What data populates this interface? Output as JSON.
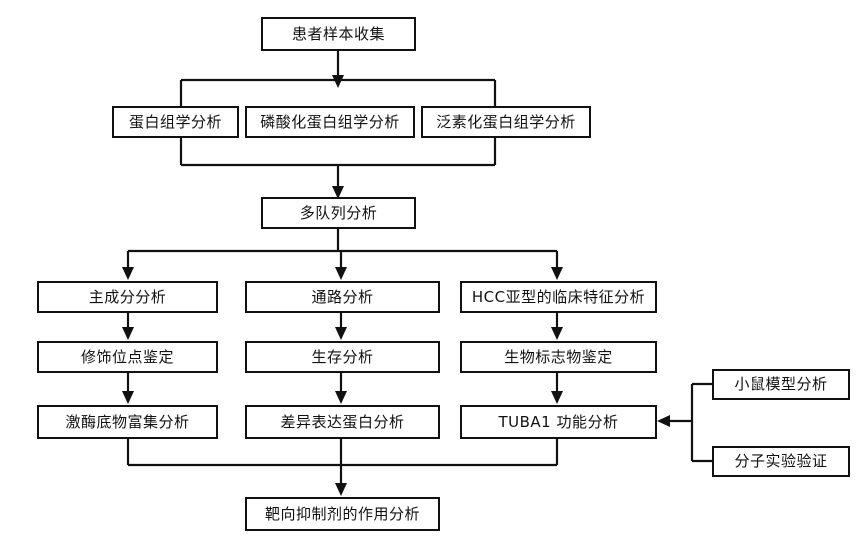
{
  "diagram": {
    "title": "",
    "type": "flowchart",
    "colors": {
      "stroke": "#111111",
      "background": "#ffffff",
      "text": "#111111"
    },
    "nodes": {
      "sample_collection": "患者样本收集",
      "proteomics": "蛋白组学分析",
      "phosphoproteomics": "磷酸化蛋白组学分析",
      "ubiquitinomics": "泛素化蛋白组学分析",
      "multicohort": "多队列分析",
      "pca": "主成分分析",
      "pathway": "通路分析",
      "hcc_subtype": "HCC亚型的临床特征分析",
      "modification_site": "修饰位点鉴定",
      "survival": "生存分析",
      "biomarker": "生物标志物鉴定",
      "kinase_substrate": "激酶底物富集分析",
      "deg_protein": "差异表达蛋白分析",
      "tuba1": "TUBA1 功能分析",
      "mouse_model": "小鼠模型分析",
      "molecular_validation": "分子实验验证",
      "inhibitor": "靶向抑制剂的作用分析"
    },
    "edges": [
      {
        "from": "sample_collection",
        "to": "proteomics"
      },
      {
        "from": "sample_collection",
        "to": "phosphoproteomics"
      },
      {
        "from": "sample_collection",
        "to": "ubiquitinomics"
      },
      {
        "from": "proteomics",
        "to": "multicohort"
      },
      {
        "from": "phosphoproteomics",
        "to": "multicohort"
      },
      {
        "from": "ubiquitinomics",
        "to": "multicohort"
      },
      {
        "from": "multicohort",
        "to": "pca"
      },
      {
        "from": "multicohort",
        "to": "pathway"
      },
      {
        "from": "multicohort",
        "to": "hcc_subtype"
      },
      {
        "from": "pca",
        "to": "modification_site"
      },
      {
        "from": "pathway",
        "to": "survival"
      },
      {
        "from": "hcc_subtype",
        "to": "biomarker"
      },
      {
        "from": "modification_site",
        "to": "kinase_substrate"
      },
      {
        "from": "survival",
        "to": "deg_protein"
      },
      {
        "from": "biomarker",
        "to": "tuba1"
      },
      {
        "from": "mouse_model",
        "to": "tuba1"
      },
      {
        "from": "molecular_validation",
        "to": "tuba1"
      },
      {
        "from": "kinase_substrate",
        "to": "inhibitor"
      },
      {
        "from": "deg_protein",
        "to": "inhibitor"
      },
      {
        "from": "tuba1",
        "to": "inhibitor"
      }
    ]
  }
}
